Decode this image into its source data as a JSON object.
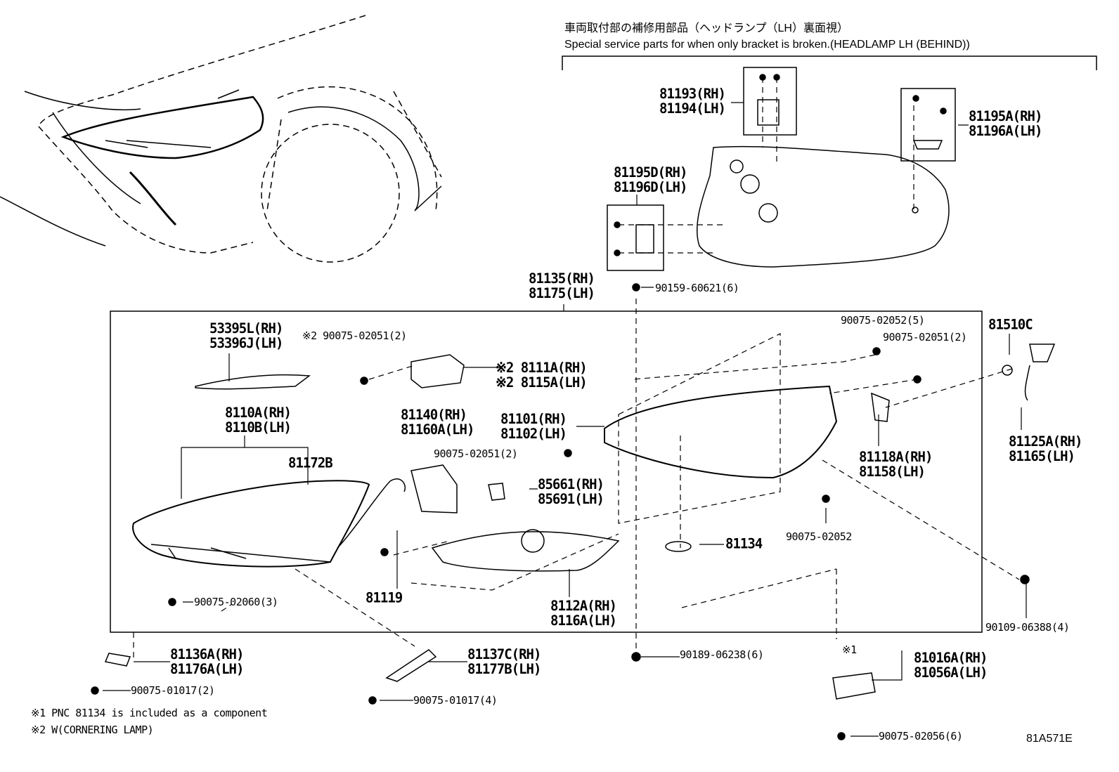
{
  "header": {
    "title_jp": "車両取付部の補修用部品（ヘッドランプ（LH）裏面視）",
    "title_en": "Special service parts for when only bracket is broken.(HEADLAMP LH (BEHIND))"
  },
  "parts": {
    "p81193": [
      "81193(RH)",
      "81194(LH)"
    ],
    "p81195A": [
      "81195A(RH)",
      "81196A(LH)"
    ],
    "p81195D": [
      "81195D(RH)",
      "81196D(LH)"
    ],
    "p81135": [
      "81135(RH)",
      "81175(LH)"
    ],
    "p53395": [
      "53395L(RH)",
      "53396J(LH)"
    ],
    "p8111A": [
      "※2 8111A(RH)",
      "※2 8115A(LH)"
    ],
    "p81510C": "81510C",
    "p8110A": [
      "8110A(RH)",
      "8110B(LH)"
    ],
    "p81140": [
      "81140(RH)",
      "81160A(LH)"
    ],
    "p81101": [
      "81101(RH)",
      "81102(LH)"
    ],
    "p81172B": "81172B",
    "p81118A": [
      "81118A(RH)",
      "81158(LH)"
    ],
    "p81125A": [
      "81125A(RH)",
      "81165(LH)"
    ],
    "p85661": [
      "85661(RH)",
      "85691(LH)"
    ],
    "p81134": "81134",
    "p81119": "81119",
    "p8112A": [
      "8112A(RH)",
      "8116A(LH)"
    ],
    "p81136A": [
      "81136A(RH)",
      "81176A(LH)"
    ],
    "p81137C": [
      "81137C(RH)",
      "81177B(LH)"
    ],
    "p81016A": [
      "81016A(RH)",
      "81056A(LH)"
    ]
  },
  "fasteners": {
    "f90159": "90159-60621(6)",
    "f02051_top": "※2 90075-02051(2)",
    "f02052_5": "90075-02052(5)",
    "f02051_right": "90075-02051(2)",
    "f02051_mid": "90075-02051(2)",
    "f02052": "90075-02052",
    "f02060": "90075-02060(3)",
    "f90109": "90109-06388(4)",
    "f90189": "90189-06238(6)",
    "f01017_2": "90075-01017(2)",
    "f01017_4": "90075-01017(4)",
    "f02056": "90075-02056(6)",
    "mark1": "※1"
  },
  "footnotes": [
    "※1 PNC 81134 is included as a component",
    "※2 W(CORNERING LAMP)"
  ],
  "diagram_code": "81A571E"
}
